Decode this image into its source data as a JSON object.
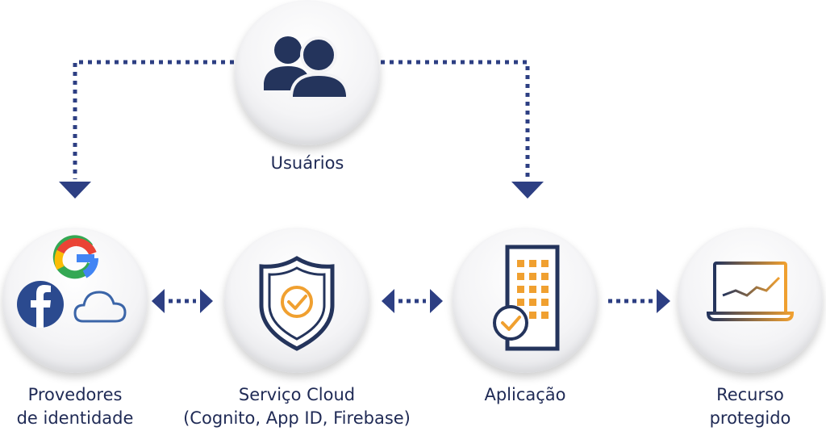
{
  "nodes": {
    "users": {
      "label": "Usuários"
    },
    "providers": {
      "label_line1": "Provedores",
      "label_line2": "de identidade"
    },
    "cloud": {
      "label_line1": "Serviço Cloud",
      "label_line2": "(Cognito, App ID, Firebase)"
    },
    "app": {
      "label": "Aplicação"
    },
    "resource": {
      "label_line1": "Recurso",
      "label_line2": "protegido"
    }
  },
  "icons": {
    "users": "users-icon",
    "google": "google-icon",
    "facebook": "facebook-icon",
    "cloud": "cloud-icon",
    "shield": "shield-check-icon",
    "building": "building-check-icon",
    "laptop": "laptop-chart-icon"
  },
  "colors": {
    "navy": "#24345c",
    "arrow": "#2d3f83",
    "orange": "#f0a030",
    "google_blue": "#4285f4",
    "google_red": "#ea4335",
    "google_yellow": "#fbbc05",
    "google_green": "#34a853",
    "facebook": "#2b4a8f",
    "cloud_outline": "#3b65a8"
  }
}
